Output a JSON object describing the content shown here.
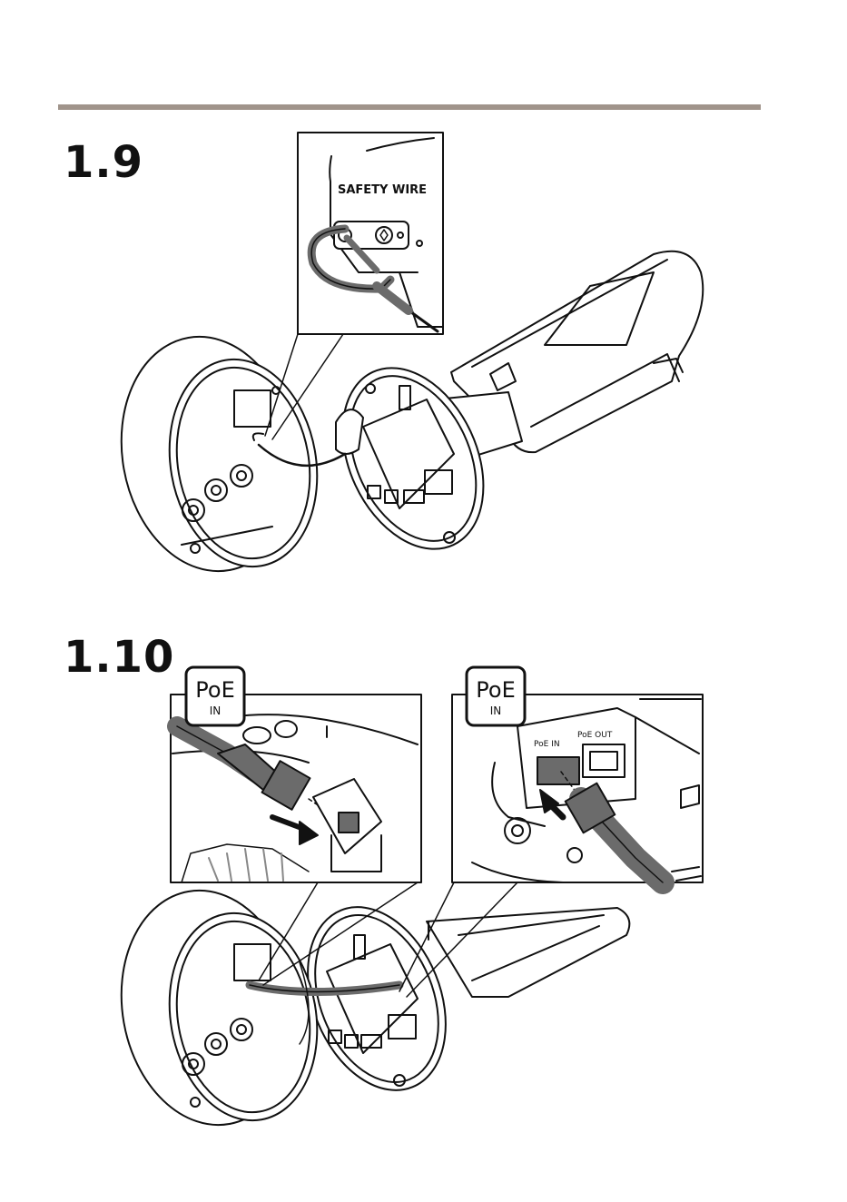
{
  "steps": {
    "first": "1.9",
    "second": "1.10"
  },
  "callouts": {
    "safety_wire": "SAFETY WIRE",
    "poe_left_top": "PoE",
    "poe_left_bottom": "IN",
    "poe_right_top": "PoE",
    "poe_right_bottom": "IN",
    "port_in": "PoE IN",
    "port_out": "PoE OUT"
  },
  "colors": {
    "rule": "#a0948b",
    "cable": "#6b6b6b",
    "line": "#111111"
  }
}
